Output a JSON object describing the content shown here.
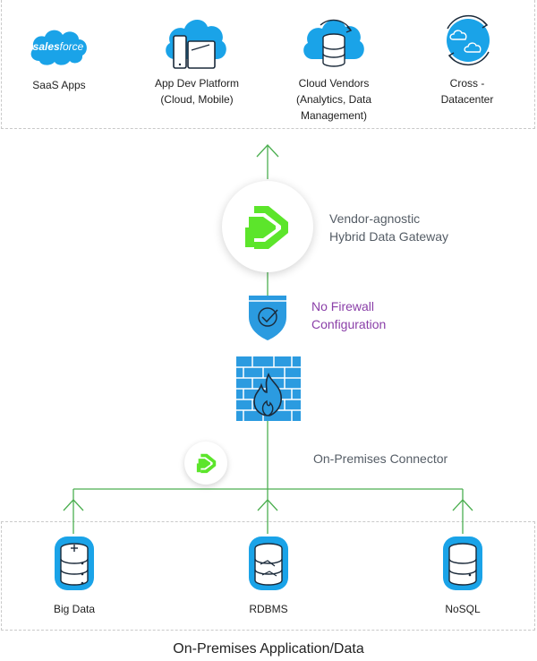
{
  "top_tier": {
    "saas": {
      "line1": "SaaS Apps",
      "logo_text_a": "sales",
      "logo_text_b": "force"
    },
    "appdev": {
      "line1": "App Dev Platform",
      "line2": "(Cloud, Mobile)"
    },
    "cloud": {
      "line1": "Cloud Vendors",
      "line2": "(Analytics, Data",
      "line3": "Management)"
    },
    "cross": {
      "line1": "Cross -",
      "line2": "Datacenter"
    }
  },
  "gateway": {
    "line1": "Vendor-agnostic",
    "line2": "Hybrid Data Gateway"
  },
  "firewall_note": {
    "line1": "No Firewall",
    "line2": "Configuration"
  },
  "connector": {
    "label": "On-Premises Connector"
  },
  "bottom_tier": {
    "items": [
      {
        "label": "Big Data"
      },
      {
        "label": "RDBMS"
      },
      {
        "label": "NoSQL"
      }
    ],
    "caption": "On-Premises Application/Data"
  },
  "colors": {
    "line": "#4caf50",
    "cloud_blue": "#1aa3e8",
    "firewall_blue": "#2b9be0",
    "brand_green": "#5ce52b",
    "purple": "#8a3fa8",
    "gray_text": "#555d66"
  }
}
